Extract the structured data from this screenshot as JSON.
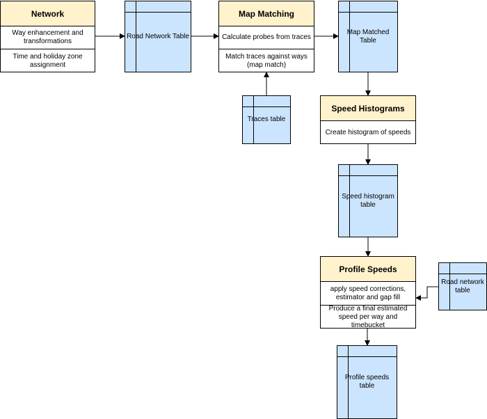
{
  "processes": {
    "network": {
      "title": "Network",
      "steps": [
        "Way enhancement and transformations",
        "Time and holiday zone assignment"
      ]
    },
    "map_matching": {
      "title": "Map Matching",
      "steps": [
        "Calculate probes from traces",
        "Match traces against ways (map match)"
      ]
    },
    "speed_histograms": {
      "title": "Speed Histograms",
      "steps": [
        "Create histogram of speeds"
      ]
    },
    "profile_speeds": {
      "title": "Profile Speeds",
      "steps": [
        "apply speed corrections, estimator and gap fill",
        "Produce a final estimated speed per way and timebucket"
      ]
    }
  },
  "tables": {
    "road_network": "Road Network Table",
    "map_matched": "Map Matched Table",
    "traces": "Traces table",
    "speed_histogram": "Speed histogram table",
    "road_network_lower": "Road network table",
    "profile_speeds": "Profile speeds table"
  },
  "colors": {
    "process_header": "#fff2cc",
    "table_fill": "#cce5ff",
    "stroke": "#000000"
  }
}
